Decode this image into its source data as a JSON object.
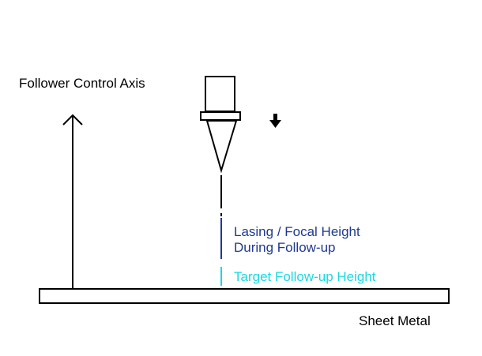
{
  "labels": {
    "axis": "Follower Control Axis",
    "focal_line1": "Lasing / Focal Height",
    "focal_line2": "During Follow-up",
    "target": "Target Follow-up Height",
    "sheet": "Sheet Metal"
  },
  "icons": {
    "axis_arrow": "up-arrow-icon",
    "motion_arrow": "down-arrow-icon",
    "nozzle": "laser-nozzle-icon"
  },
  "colors": {
    "focal_height": "#1f3a93",
    "target_height": "#19d9e0",
    "outline": "#000000"
  }
}
